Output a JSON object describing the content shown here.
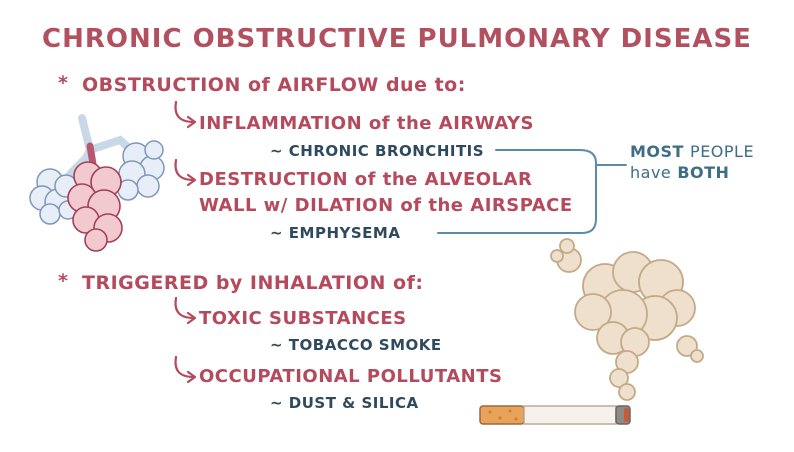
{
  "title": "CHRONIC OBSTRUCTIVE PULMONARY DISEASE",
  "section1": {
    "bullet": "*",
    "heading": "OBSTRUCTION of AIRFLOW due to:",
    "item1": {
      "label": "INFLAMMATION of the AIRWAYS",
      "example": "~ CHRONIC BRONCHITIS"
    },
    "item2": {
      "label_line1": "DESTRUCTION of the ALVEOLAR",
      "label_line2": "WALL w/ DILATION of the AIRSPACE",
      "example": "~ EMPHYSEMA"
    }
  },
  "note": {
    "line1_bold": "MOST",
    "line1_rest": "PEOPLE",
    "line2_rest": "have",
    "line2_bold": "BOTH"
  },
  "section2": {
    "bullet": "*",
    "heading": "TRIGGERED by INHALATION of:",
    "item1": {
      "label": "TOXIC SUBSTANCES",
      "example": "~ TOBACCO SMOKE"
    },
    "item2": {
      "label": "OCCUPATIONAL POLLUTANTS",
      "example": "~ DUST & SILICA"
    }
  },
  "colors": {
    "title": "#b25060",
    "heading": "#b44a5c",
    "example": "#2f4a5f",
    "note": "#3d6e85"
  },
  "illustrations": [
    "alveoli-illustration",
    "smoke-cloud-illustration",
    "cigarette-illustration"
  ]
}
